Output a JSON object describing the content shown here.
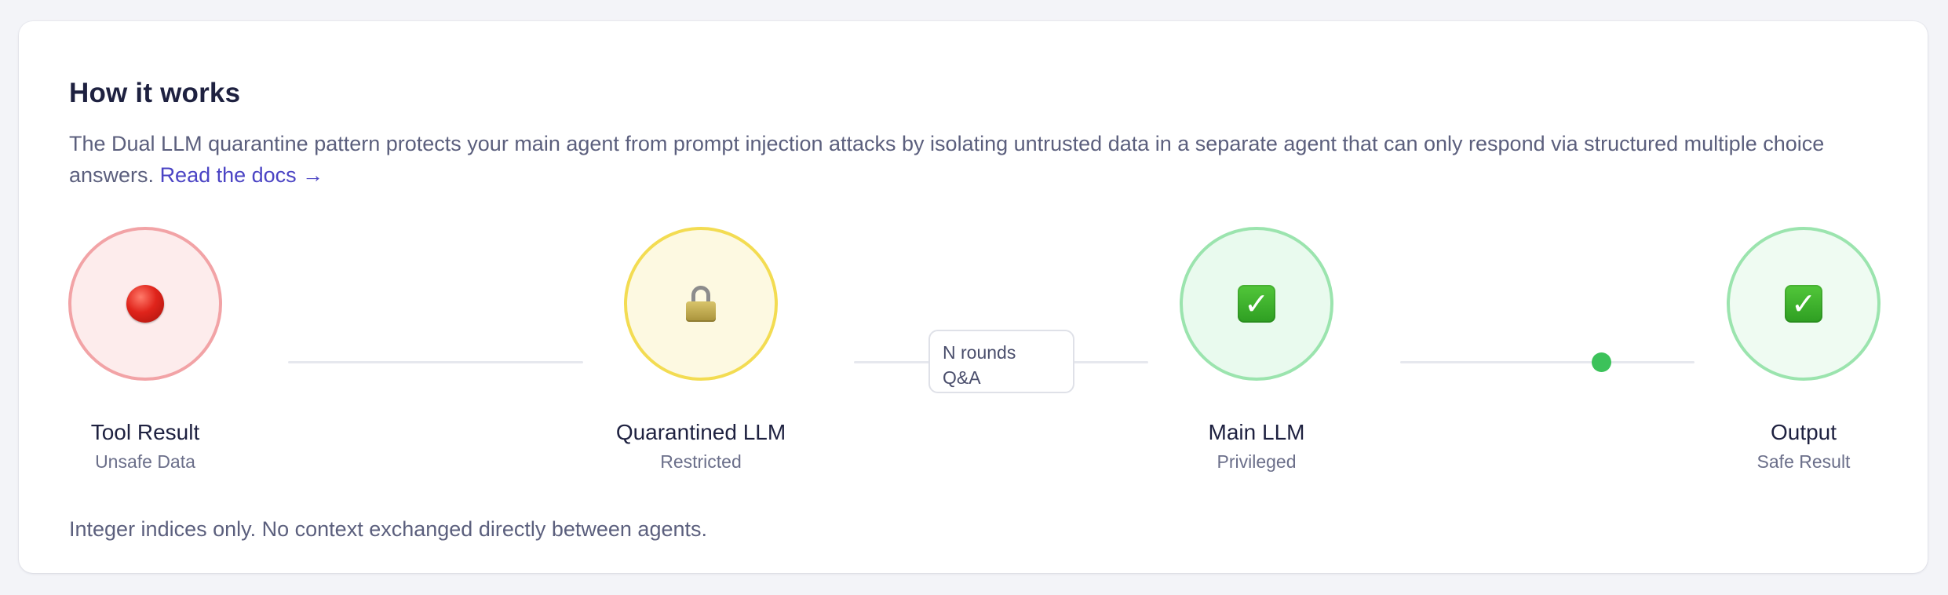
{
  "card": {
    "title": "How it works",
    "description": "The Dual LLM quarantine pattern protects your main agent from prompt injection attacks by isolating untrusted data in a separate agent that can only respond via structured multiple choice answers.",
    "docs_link": "Read the docs →",
    "footer": "Integer indices only. No context exchanged directly between agents."
  },
  "flow": {
    "nodes": [
      {
        "label": "Tool Result",
        "sub": "Unsafe Data",
        "icon": "red-circle-icon",
        "color": "#f2a3a6"
      },
      {
        "label": "Quarantined LLM",
        "sub": "Restricted",
        "icon": "lock-icon",
        "color": "#f3dc52"
      },
      {
        "label": "Main LLM",
        "sub": "Privileged",
        "icon": "check-mark-icon",
        "color": "#9be4ae"
      },
      {
        "label": "Output",
        "sub": "Safe Result",
        "icon": "check-mark-icon",
        "color": "#9be4ae"
      }
    ],
    "exchange_bubble": {
      "line1": "N rounds",
      "line2": "Q&A"
    },
    "accent_dot_color": "#3cc25a"
  },
  "colors": {
    "link": "#4b44c4",
    "text": "#1e2140",
    "muted": "#5b5f7d",
    "background": "#f3f4f8"
  }
}
